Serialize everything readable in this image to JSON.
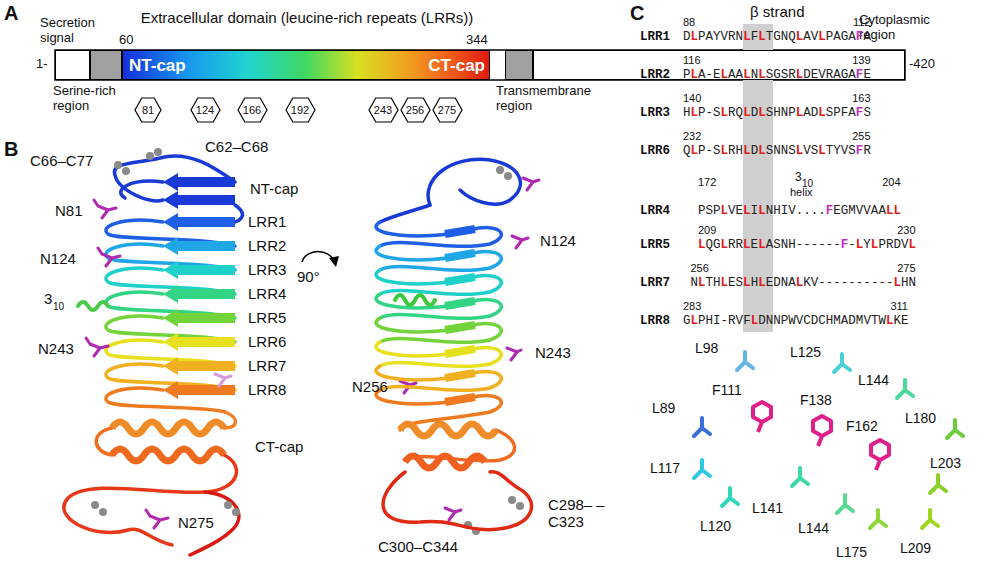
{
  "diagram": {
    "nodes": [
      {
        "text": [
          "Secretion signal"
        ]
      },
      {
        "text": [
          "Serine-rich region"
        ]
      },
      {
        "text": [
          "Extracellular domain (leucine-rich repeats (LRRs))",
          "NT-cap",
          "CT-cap"
        ]
      },
      {
        "text": [
          "Transmembrane region"
        ]
      },
      {
        "text": [
          "Cytoplasmic region"
        ]
      },
      {
        "text": [
          "81"
        ]
      },
      {
        "text": [
          "124"
        ]
      },
      {
        "text": [
          "166"
        ]
      },
      {
        "text": [
          "192"
        ]
      },
      {
        "text": [
          "243"
        ]
      },
      {
        "text": [
          "256"
        ]
      },
      {
        "text": [
          "275"
        ]
      }
    ],
    "labels": [
      "A",
      "1-",
      "60",
      "344",
      "-420",
      "B",
      "C66–C77",
      "C62–C68",
      "NT-cap",
      "N81",
      "LRR1",
      "LRR2",
      "LRR3",
      "LRR4",
      "LRR5",
      "LRR6",
      "LRR7",
      "LRR8",
      "N124",
      "3",
      "10",
      "N243",
      "CT-cap",
      "N275",
      "90°",
      "N124",
      "N243",
      "N256",
      "C298– –C323",
      "C300–C344",
      "C",
      "β strand",
      "LRR1",
      "88",
      "112",
      "DLPAYVRNLFLTGNQLAVLPAGAFA",
      "LRR2",
      "116",
      "139",
      "PLA-ELAALNLSGSRLDEVRAGAFE",
      "LRR3",
      "140",
      "163",
      "HLP-SLRQLDLSHNPLADLSPFAFS",
      "LRR6",
      "232",
      "255",
      "QLP-SLRHLDLSNNSLVSLTYVSFR",
      "LRR4",
      "172",
      "204",
      "PSPLVELILNHIV....FEGMVVAALL",
      "3",
      "10",
      "helix",
      "LRR5",
      "209",
      "230",
      "LQGLRRLELASNH------F-LYLPRDVL",
      "LRR7",
      "256",
      "275",
      "NLTHLESLHLEDNALKV----------LHN",
      "LRR8",
      "283",
      "311",
      "GLPHI-RVFLDNNPWVCDCHMADMVTWLKE",
      "L98",
      "L125",
      "L144",
      "L89",
      "F111",
      "F138",
      "L180",
      "F162",
      "L117",
      "L203",
      "L120",
      "L141",
      "L144",
      "L175",
      "L209"
    ]
  }
}
